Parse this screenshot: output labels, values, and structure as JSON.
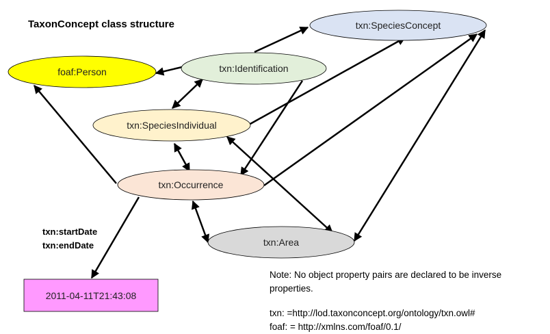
{
  "title": "TaxonConcept class structure",
  "nodes": {
    "species_concept": "txn:SpeciesConcept",
    "person": "foaf:Person",
    "identification": "txn:Identification",
    "species_individual": "txn:SpeciesIndividual",
    "occurrence": "txn:Occurrence",
    "area": "txn:Area",
    "date_value": "2011-04-11T21:43:08"
  },
  "edge_labels": [
    "txn:startDate",
    "txn:endDate"
  ],
  "note": {
    "line1": "Note: No object property pairs are declared to be inverse properties.",
    "ns_txn": "txn: =http://lod.taxonconcept.org/ontology/txn.owl#",
    "ns_foaf": "foaf: = http://xmlns.com/foaf/0.1/"
  },
  "colors": {
    "species_concept": "#dae3f3",
    "person": "#ffff00",
    "identification": "#e2efda",
    "species_individual": "#fff2cc",
    "occurrence": "#fbe5d6",
    "area": "#d9d9d9",
    "date_value": "#ff99ff",
    "stroke": "#000000"
  }
}
